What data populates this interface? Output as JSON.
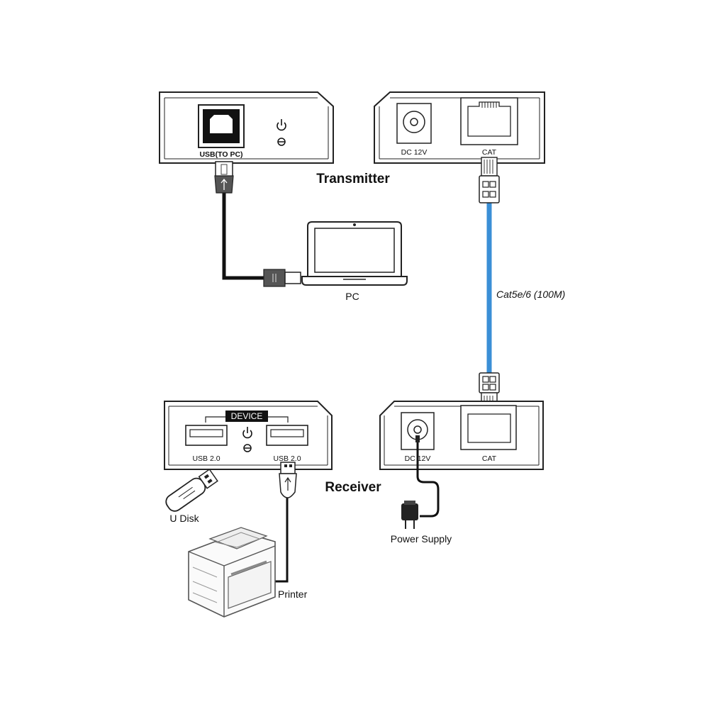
{
  "transmitter": {
    "title": "Transmitter",
    "usb_port_label": "USB(TO PC)",
    "dc_label": "DC 12V",
    "cat_label": "CAT"
  },
  "receiver": {
    "title": "Receiver",
    "device_label": "DEVICE",
    "usb_left_label": "USB 2.0",
    "usb_right_label": "USB 2.0",
    "dc_label": "DC 12V",
    "cat_label": "CAT"
  },
  "cable": {
    "label": "Cat5e/6 (100M)",
    "color": "#3a8fd6"
  },
  "devices": {
    "pc_label": "PC",
    "udisk_label": "U Disk",
    "printer_label": "Printer",
    "power_label": "Power Supply"
  }
}
